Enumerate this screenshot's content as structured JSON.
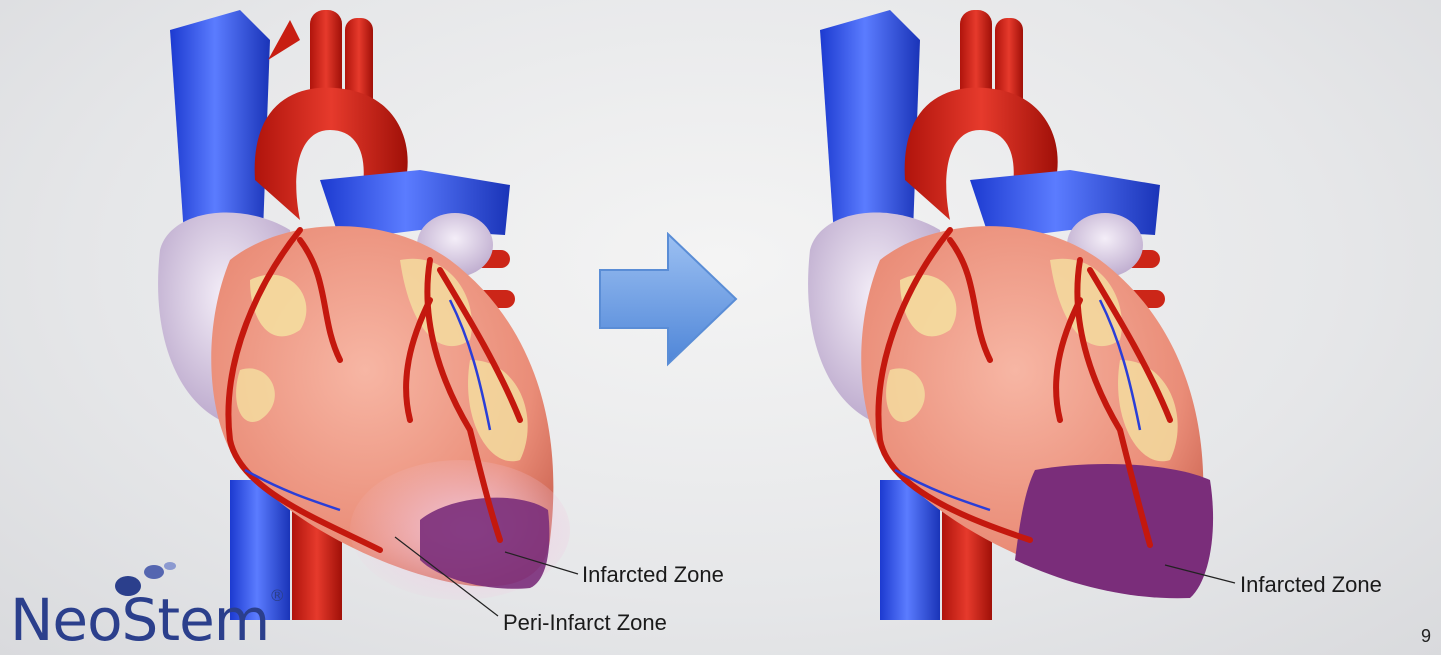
{
  "labels": {
    "left_infarcted": "Infarcted Zone",
    "left_peri_infarct": "Peri-Infarct Zone",
    "right_infarcted": "Infarcted Zone"
  },
  "logo": {
    "text": "NeoStem",
    "registered_mark": "®"
  },
  "page_number": "9",
  "colors": {
    "vein_blue": "#2a4fe0",
    "artery_red": "#d41f14",
    "muscle": "#f0a08c",
    "fat": "#f4e0a0",
    "infarct": "#7a2d7a",
    "peri_infarct": "#e8b8d8",
    "arrow": "#6fa3e8",
    "logo": "#2b3f8c"
  },
  "icons": [
    "right-arrow-icon",
    "logo-dots-icon"
  ]
}
